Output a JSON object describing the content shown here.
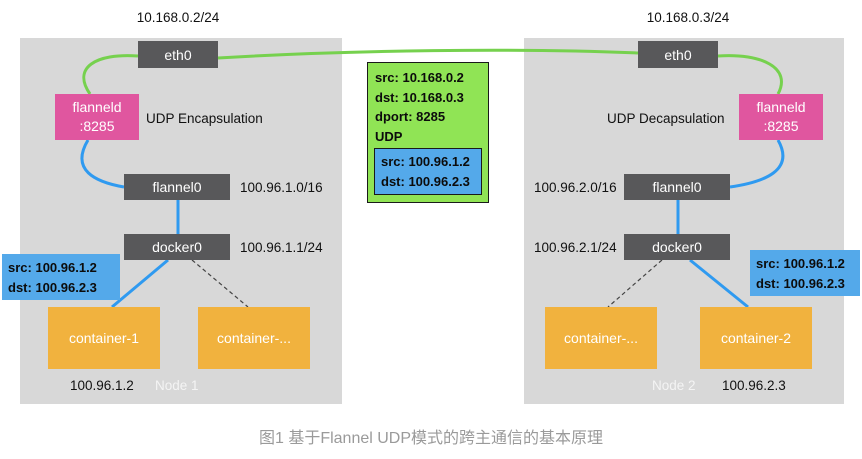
{
  "caption": "图1 基于Flannel UDP模式的跨主通信的基本原理",
  "node1": {
    "ip": "10.168.0.2/24",
    "eth0": "eth0",
    "flanneld_name": "flanneld",
    "flanneld_port": ":8285",
    "process_label": "UDP Encapsulation",
    "flannel0": "flannel0",
    "flannel0_cidr": "100.96.1.0/16",
    "docker0": "docker0",
    "docker0_cidr": "100.96.1.1/24",
    "packet_src": "src: 100.96.1.2",
    "packet_dst": "dst: 100.96.2.3",
    "containers": [
      "container-1",
      "container-..."
    ],
    "container_ip": "100.96.1.2",
    "label": "Node 1"
  },
  "node2": {
    "ip": "10.168.0.3/24",
    "eth0": "eth0",
    "flanneld_name": "flanneld",
    "flanneld_port": ":8285",
    "process_label": "UDP Decapsulation",
    "flannel0": "flannel0",
    "flannel0_cidr": "100.96.2.0/16",
    "docker0": "docker0",
    "docker0_cidr": "100.96.2.1/24",
    "packet_src": "src: 100.96.1.2",
    "packet_dst": "dst: 100.96.2.3",
    "containers": [
      "container-...",
      "container-2"
    ],
    "container_ip": "100.96.2.3",
    "label": "Node 2"
  },
  "packet": {
    "src": "src: 10.168.0.2",
    "dst": "dst: 10.168.0.3",
    "dport": "dport: 8285",
    "proto": "UDP",
    "inner_src": "src: 100.96.1.2",
    "inner_dst": "dst: 100.96.2.3"
  },
  "colors": {
    "node_bg": "#d8d8d8",
    "dark_box": "#58585a",
    "flanneld_pink": "#e0569f",
    "container_orange": "#f1b23e",
    "packet_green": "#90e455",
    "packet_blue": "#54a9ea",
    "green_link": "#76d14e",
    "blue_link": "#2f9af0"
  }
}
